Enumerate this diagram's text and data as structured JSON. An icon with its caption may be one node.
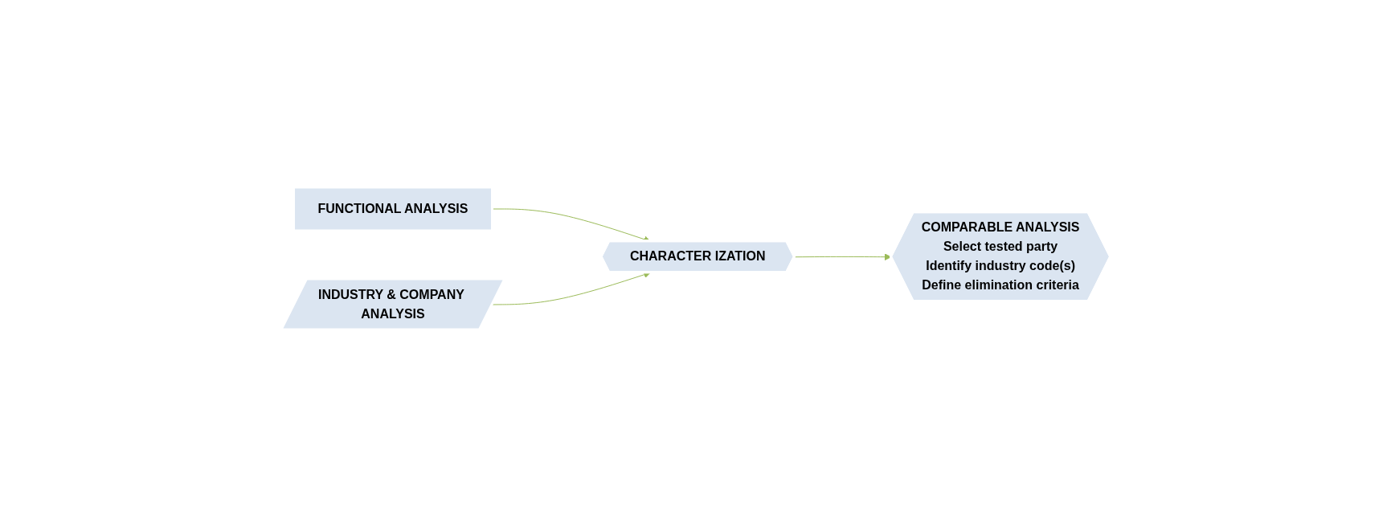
{
  "diagram": {
    "nodes": [
      {
        "text": [
          "FUNCTIONAL ANALYSIS"
        ]
      },
      {
        "text": [
          "INDUSTRY & COMPANY ANALYSIS"
        ]
      },
      {
        "text": [
          "CHARACTER IZATION"
        ]
      },
      {
        "text": [
          "COMPARABLE ANALYSIS",
          "Select tested party",
          "Identify industry code(s)",
          "Define elimination criteria"
        ]
      }
    ],
    "edges": [
      {
        "from": 0,
        "to": 2,
        "arrow": "to"
      },
      {
        "from": 1,
        "to": 2,
        "arrow": "to"
      },
      {
        "from": 2,
        "to": 3,
        "arrow": "to"
      }
    ]
  }
}
